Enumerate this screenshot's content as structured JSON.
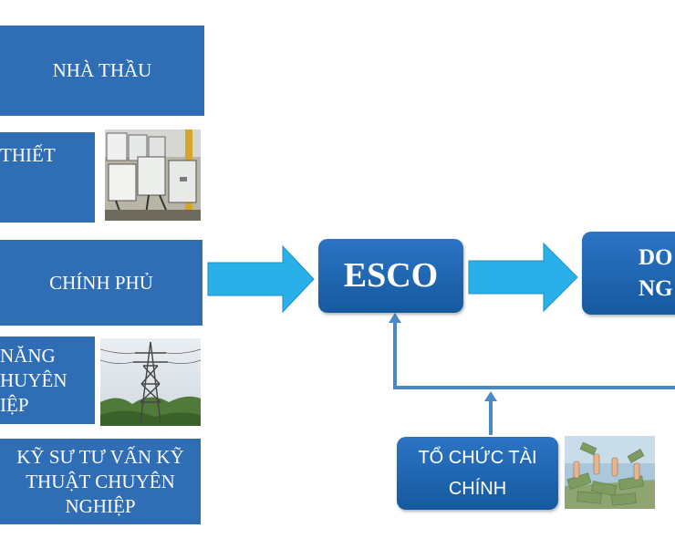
{
  "left_boxes": {
    "nha_thau": "NHÀ THẦU",
    "thiet_bi": "THIẾT",
    "chinh_phu": "CHÍNH PHỦ",
    "nang_luong": "NĂNG\nHUYÊN\nIỆP",
    "ky_su": "KỸ SƯ TƯ VẤN KỸ\nTHUẬT CHUYÊN\nNGHIỆP"
  },
  "center": {
    "esco": "ESCO",
    "doanh_nghiep": "DO\nNG"
  },
  "finance": {
    "label": "TỔ CHỨC TÀI\nCHÍNH"
  },
  "colors": {
    "box_blue": "#2f6db5",
    "arrow_blue": "#29b0e8",
    "connector_blue": "#4a88c7"
  }
}
